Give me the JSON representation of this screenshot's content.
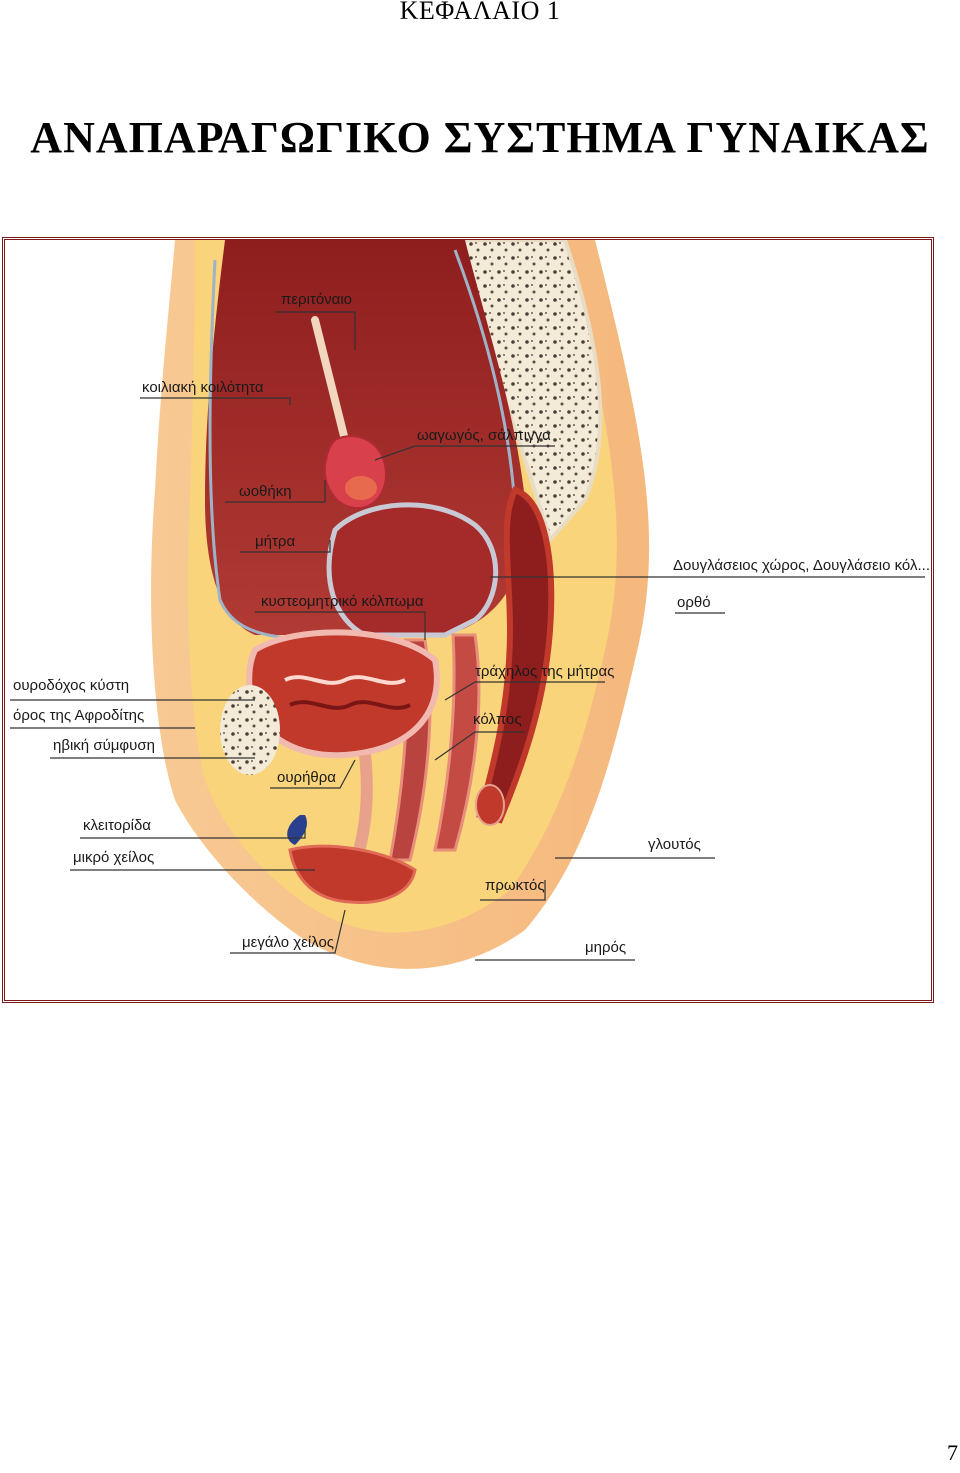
{
  "header": {
    "chapter": "ΚΕΦΑΛΑΙΟ 1",
    "title": "ΑΝΑΠΑΡΑΓΩΓΙΚΟ ΣΥΣΤΗΜΑ ΓΥΝΑΙΚΑΣ"
  },
  "figure": {
    "labels": {
      "peritoneum": "περιτόναιο",
      "abdominal_cavity": "κοιλιακή κοιλότητα",
      "fallopian_tube": "ωαγωγός, σάλπιγγα",
      "ovary": "ωοθήκη",
      "uterus": "μήτρα",
      "vesicouterine_pouch": "κυστεομητρικό κόλπωμα",
      "douglas_space": "Δουγλάσειος χώρος, Δουγλάσειο κόλ...",
      "rectum": "ορθό",
      "bladder": "ουροδόχος κύστη",
      "mons_pubis": "όρος της Αφροδίτης",
      "pubic_symphysis": "ηβική σύμφυση",
      "cervix": "τράχηλος της μήτρας",
      "vagina": "κόλπος",
      "urethra": "ουρήθρα",
      "clitoris": "κλειτορίδα",
      "labia_minora": "μικρό χείλος",
      "buttock": "γλουτός",
      "anus": "πρωκτός",
      "labia_majora": "μεγάλο χείλος",
      "thigh": "μηρός"
    }
  },
  "footer": {
    "page_number": "7"
  }
}
